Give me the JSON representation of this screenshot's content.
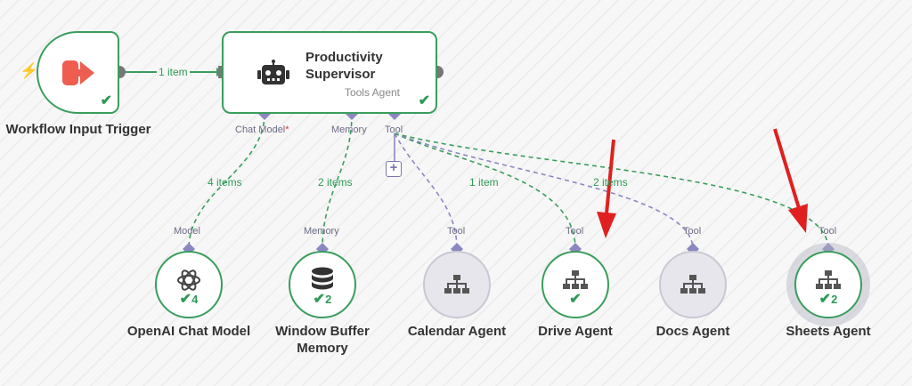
{
  "trigger": {
    "label": "Workflow Input Trigger",
    "edge_label": "1 item"
  },
  "supervisor": {
    "title_line1": "Productivity",
    "title_line2": "Supervisor",
    "subtitle": "Tools Agent",
    "ports": {
      "chat_model": "Chat Model",
      "chat_model_required": "*",
      "memory": "Memory",
      "tool": "Tool"
    }
  },
  "edges": {
    "model_items": "4 items",
    "memory_items": "2 items",
    "drive_items": "1 item",
    "sheets_items": "2 items"
  },
  "subnodes": [
    {
      "id": "openai",
      "port": "Model",
      "label": "OpenAI Chat Model",
      "count": "4",
      "icon": "openai-icon",
      "status": "success"
    },
    {
      "id": "memory",
      "port": "Memory",
      "label_line1": "Window Buffer",
      "label_line2": "Memory",
      "count": "2",
      "icon": "database-icon",
      "status": "success"
    },
    {
      "id": "calendar",
      "port": "Tool",
      "label": "Calendar Agent",
      "count": "",
      "icon": "sitemap-icon",
      "status": "idle"
    },
    {
      "id": "drive",
      "port": "Tool",
      "label": "Drive Agent",
      "count": "",
      "icon": "sitemap-icon",
      "status": "success"
    },
    {
      "id": "docs",
      "port": "Tool",
      "label": "Docs Agent",
      "count": "",
      "icon": "sitemap-icon",
      "status": "idle"
    },
    {
      "id": "sheets",
      "port": "Tool",
      "label": "Sheets Agent",
      "count": "2",
      "icon": "sitemap-icon",
      "status": "success"
    }
  ],
  "colors": {
    "success": "#3a9d5d",
    "connector": "#8b87c0",
    "annotation_arrow": "#e02020",
    "trigger_icon": "#ee5d4f"
  }
}
